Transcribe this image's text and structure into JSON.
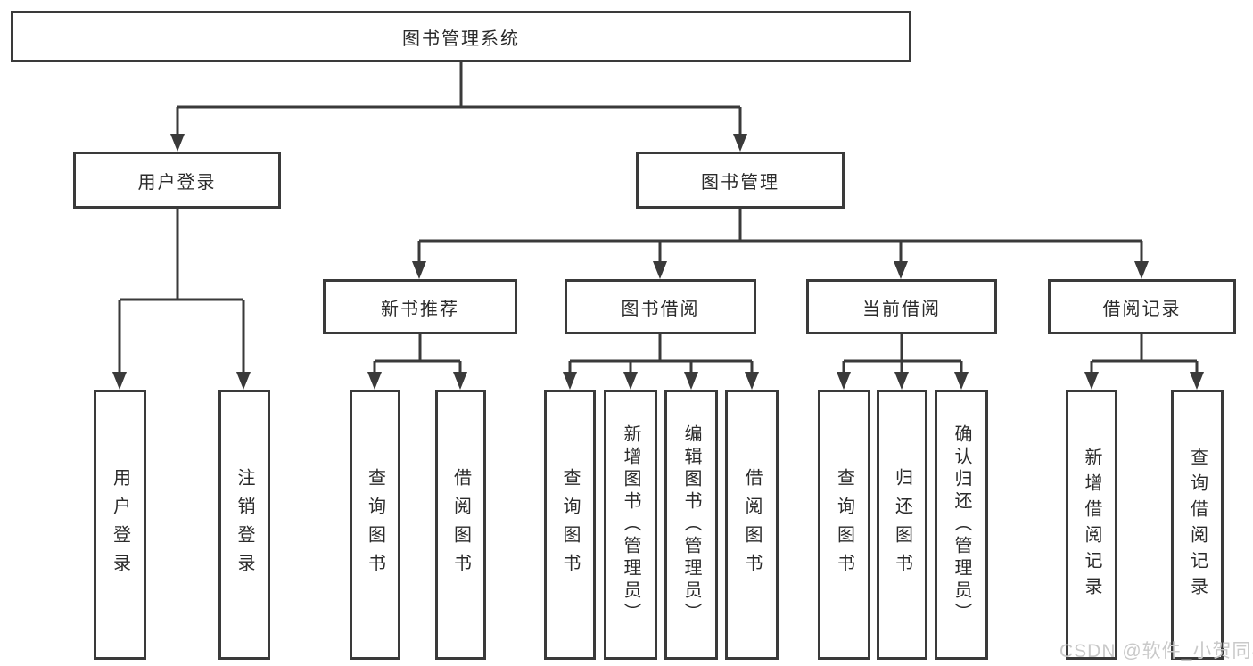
{
  "diagram": {
    "root": {
      "label": "图书管理系统"
    },
    "level2": {
      "user_login": "用户登录",
      "book_management": "图书管理"
    },
    "level3": {
      "new_book_recommend": "新书推荐",
      "book_borrowing": "图书借阅",
      "current_borrowing": "当前借阅",
      "borrowing_records": "借阅记录"
    },
    "leaves": {
      "user_login": [
        "用户登录",
        "注销登录"
      ],
      "new_book_recommend": [
        "查询图书",
        "借阅图书"
      ],
      "book_borrowing": [
        "查询图书",
        "新增图书（管理员）",
        "编辑图书（管理员）",
        "借阅图书"
      ],
      "current_borrowing": [
        "查询图书",
        "归还图书",
        "确认归还（管理员）"
      ],
      "borrowing_records": [
        "新增借阅记录",
        "查询借阅记录"
      ]
    },
    "watermark": "CSDN @软件_小贺同学",
    "colors": {
      "line": "#3a3a3a",
      "text": "#2b2b2b",
      "watermark": "#c9c9c9",
      "background": "#ffffff"
    }
  }
}
